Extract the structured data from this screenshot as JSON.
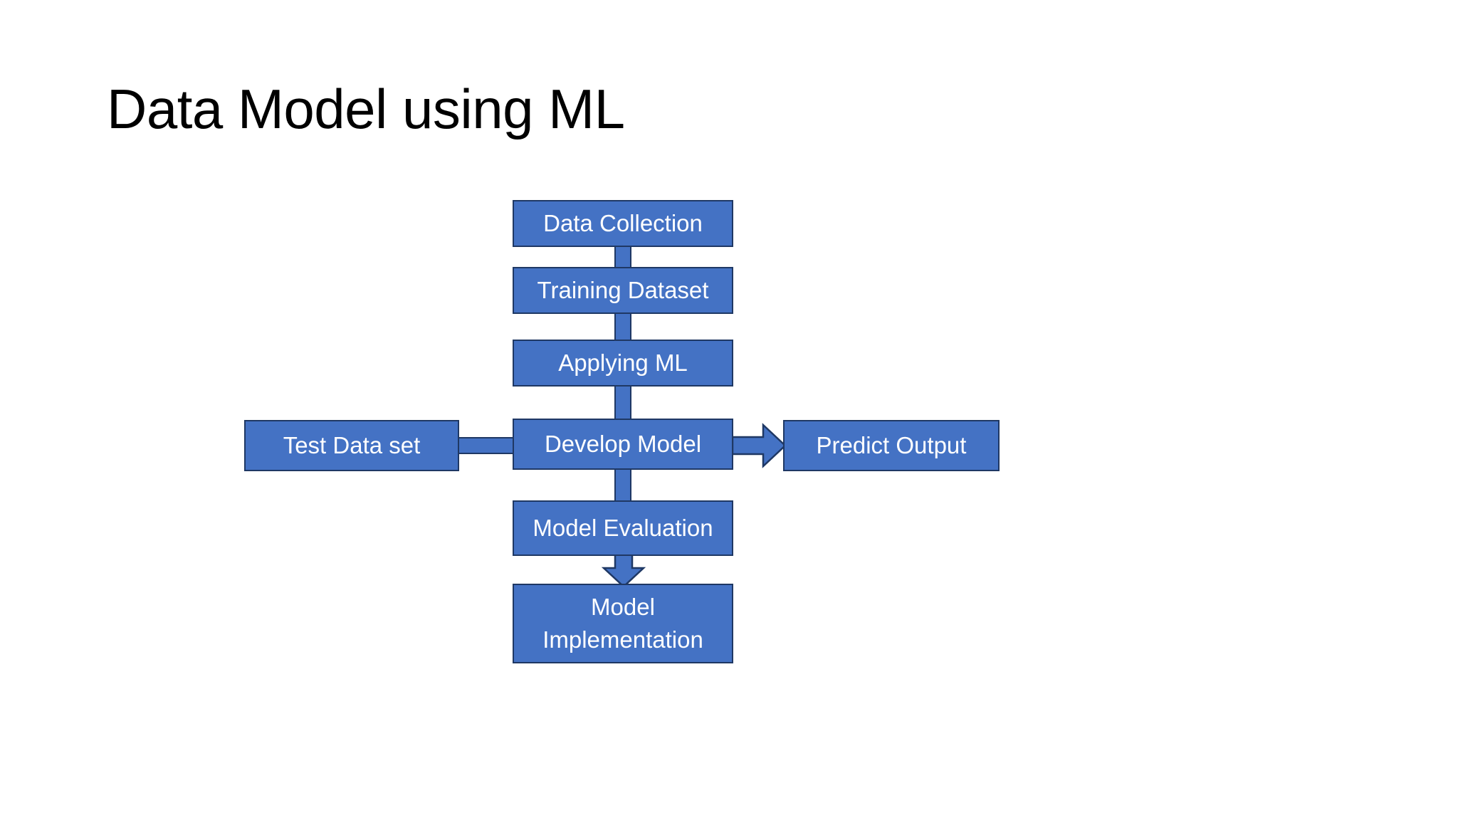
{
  "slide": {
    "title": "Data Model using ML",
    "background_color": "#FFFFFF",
    "title_color": "#000000"
  },
  "theme": {
    "node_fill": "#4472C4",
    "node_border": "#1F3864",
    "node_text": "#FFFFFF",
    "connector_fill": "#4472C4",
    "connector_border": "#1F3864"
  },
  "diagram": {
    "type": "flowchart",
    "nodes": [
      {
        "id": "data-collection",
        "label": "Data Collection",
        "column": "center"
      },
      {
        "id": "training-dataset",
        "label": "Training Dataset",
        "column": "center"
      },
      {
        "id": "applying-ml",
        "label": "Applying ML",
        "column": "center"
      },
      {
        "id": "test-data-set",
        "label": "Test Data set",
        "column": "left"
      },
      {
        "id": "develop-model",
        "label": "Develop Model",
        "column": "center"
      },
      {
        "id": "predict-output",
        "label": "Predict Output",
        "column": "right"
      },
      {
        "id": "model-evaluation",
        "label": "Model Evaluation",
        "column": "center"
      },
      {
        "id": "model-implementation",
        "label_line1": "Model",
        "label_line2": "Implementation",
        "column": "center"
      }
    ],
    "edges": [
      {
        "from": "data-collection",
        "to": "training-dataset",
        "style": "bar",
        "direction": "down"
      },
      {
        "from": "training-dataset",
        "to": "applying-ml",
        "style": "bar",
        "direction": "down"
      },
      {
        "from": "applying-ml",
        "to": "develop-model",
        "style": "bar",
        "direction": "down"
      },
      {
        "from": "test-data-set",
        "to": "develop-model",
        "style": "bar",
        "direction": "right"
      },
      {
        "from": "develop-model",
        "to": "predict-output",
        "style": "block-arrow",
        "direction": "right"
      },
      {
        "from": "develop-model",
        "to": "model-evaluation",
        "style": "bar",
        "direction": "down"
      },
      {
        "from": "model-evaluation",
        "to": "model-implementation",
        "style": "block-arrow",
        "direction": "down"
      }
    ]
  }
}
